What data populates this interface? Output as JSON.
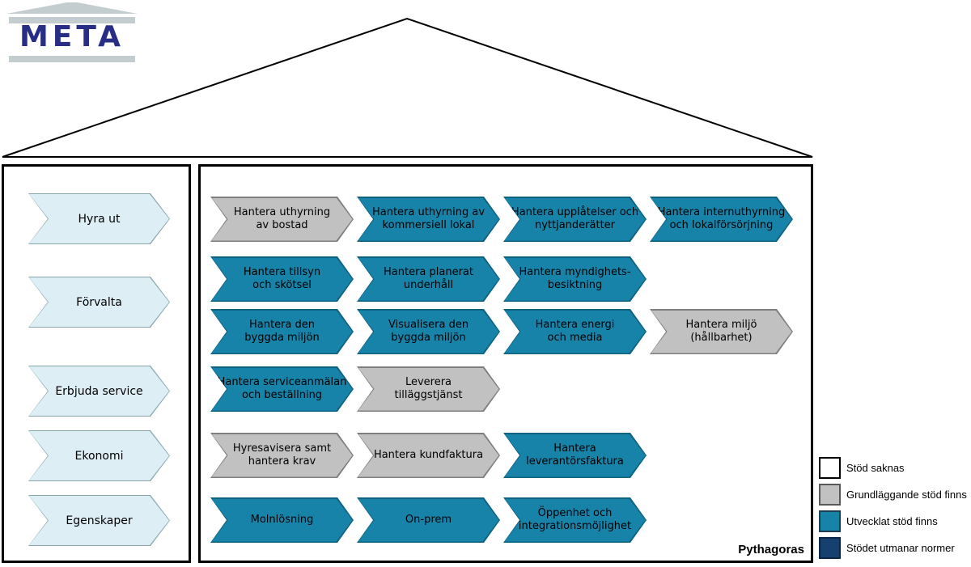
{
  "logo": {
    "text": "META"
  },
  "sidebar": {
    "items": [
      {
        "label": "Hyra ut"
      },
      {
        "label": "Förvalta"
      },
      {
        "label": "Erbjuda service"
      },
      {
        "label": "Ekonomi"
      },
      {
        "label": "Egenskaper"
      }
    ]
  },
  "main": {
    "rows": [
      {
        "arrows": [
          {
            "label": "Hantera uthyrning\nav bostad",
            "status": "basic"
          },
          {
            "label": "Hantera uthyrning av\nkommersiell lokal",
            "status": "developed"
          },
          {
            "label": "Hantera upplåtelser och\nnyttjanderätter",
            "status": "developed"
          },
          {
            "label": "Hantera internuthyrning\noch lokalförsörjning",
            "status": "developed"
          }
        ]
      },
      {
        "arrows": [
          {
            "label": "Hantera tillsyn\noch skötsel",
            "status": "developed"
          },
          {
            "label": "Hantera planerat\nunderhåll",
            "status": "developed"
          },
          {
            "label": "Hantera myndighets-\nbesiktning",
            "status": "developed"
          }
        ]
      },
      {
        "arrows": [
          {
            "label": "Hantera den\nbyggda miljön",
            "status": "developed"
          },
          {
            "label": "Visualisera den\nbyggda miljön",
            "status": "developed"
          },
          {
            "label": "Hantera energi\noch media",
            "status": "developed"
          },
          {
            "label": "Hantera miljö\n(hållbarhet)",
            "status": "basic"
          }
        ]
      },
      {
        "arrows": [
          {
            "label": "Hantera serviceanmälan\noch beställning",
            "status": "developed"
          },
          {
            "label": "Leverera\ntilläggstjänst",
            "status": "basic"
          }
        ]
      },
      {
        "arrows": [
          {
            "label": "Hyresavisera samt\nhantera krav",
            "status": "basic"
          },
          {
            "label": "Hantera kundfaktura",
            "status": "basic"
          },
          {
            "label": "Hantera\nleverantörsfaktura",
            "status": "developed"
          }
        ]
      },
      {
        "arrows": [
          {
            "label": "Molnlösning",
            "status": "developed"
          },
          {
            "label": "On-prem",
            "status": "developed"
          },
          {
            "label": "Öppenhet och\nintegrationsmöjlighet",
            "status": "developed"
          }
        ]
      }
    ],
    "footer_label": "Pythagoras"
  },
  "legend": {
    "items": [
      {
        "label": "Stöd saknas",
        "status": "none"
      },
      {
        "label": "Grundläggande stöd finns",
        "status": "basic"
      },
      {
        "label": "Utvecklat stöd finns",
        "status": "developed"
      },
      {
        "label": "Stödet utmanar normer",
        "status": "challenging"
      }
    ]
  },
  "colors": {
    "teal": "#1783a9",
    "teal-border": "#0e627f",
    "gray": "#c1c1c1",
    "gray-border": "#7f7f7f",
    "lightblue": "#ddeef5",
    "lightblue-border": "#8aa6ae",
    "navy": "#16406e",
    "logo-blue": "#282e85",
    "logo-gray": "#c3ccce"
  }
}
